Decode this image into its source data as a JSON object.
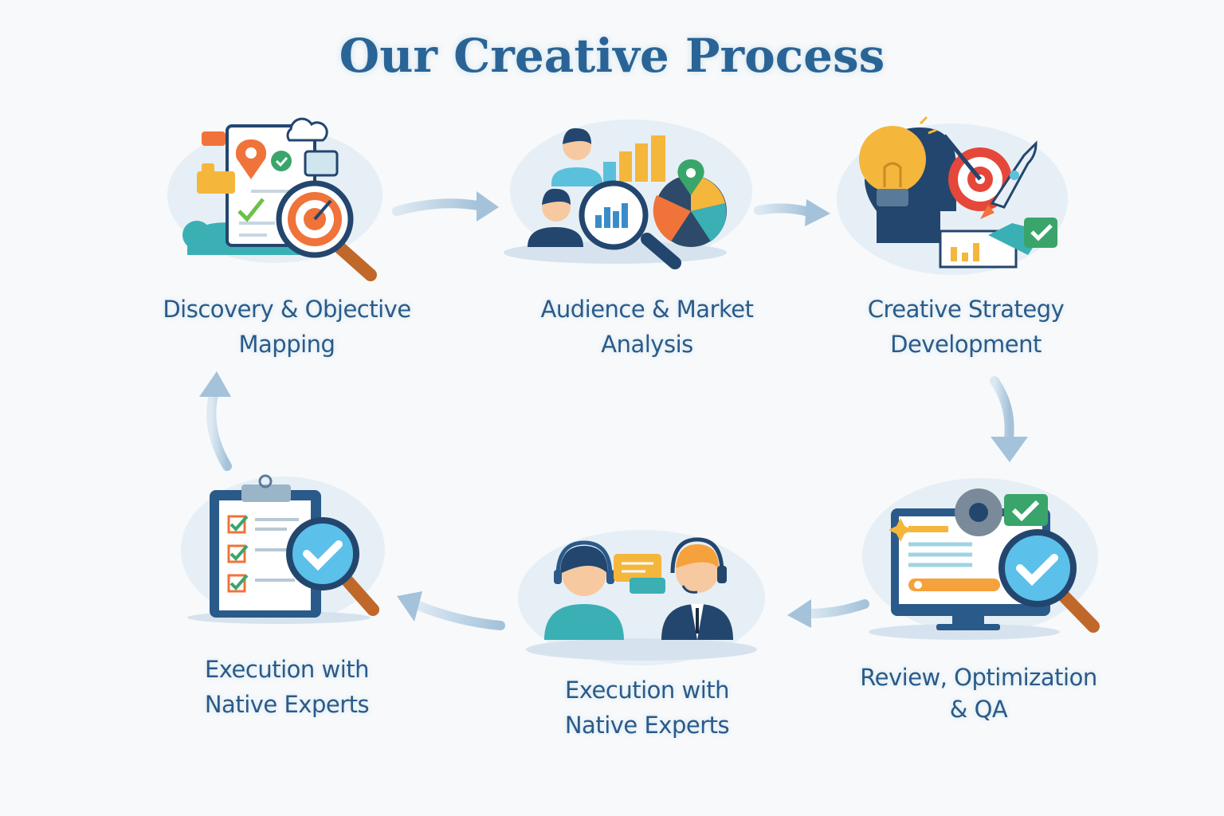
{
  "title": "Our Creative Process",
  "colors": {
    "title": "#2a6496",
    "label": "#2a5a8a",
    "arrow": "#a9c6dc",
    "navy": "#23466e",
    "orange": "#f0733a",
    "teal": "#3ab0b5",
    "yellow": "#f5b63c",
    "green": "#3aa56a"
  },
  "steps": [
    {
      "line1": "Discovery & Objective",
      "line2": "Mapping",
      "icon": "target-magnifier-document-icon"
    },
    {
      "line1": "Audience & Market",
      "line2": "Analysis",
      "icon": "audience-chart-magnifier-icon"
    },
    {
      "line1": "Creative Strategy",
      "line2": "Development",
      "icon": "lightbulb-head-target-rocket-icon"
    },
    {
      "line1": "Review, Optimization",
      "line2": "& QA",
      "icon": "monitor-gear-check-icon"
    },
    {
      "line1": "Execution with",
      "line2": "Native Experts",
      "icon": "support-agents-icon"
    },
    {
      "line1": "Execution with",
      "line2": "Native Experts",
      "icon": "clipboard-check-magnifier-icon"
    }
  ]
}
